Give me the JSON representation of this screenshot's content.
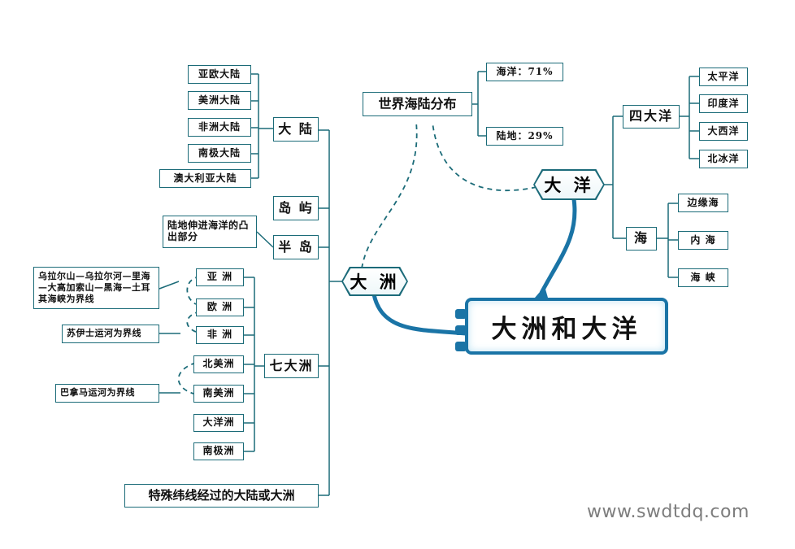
{
  "center": {
    "title": "大洲和大洋"
  },
  "continents": {
    "title": "大 洲",
    "mainland": {
      "label": "大 陆",
      "items": [
        "亚欧大陆",
        "美洲大陆",
        "非洲大陆",
        "南极大陆",
        "澳大利亚大陆"
      ]
    },
    "island": {
      "label": "岛 屿"
    },
    "peninsula": {
      "label": "半 岛",
      "note": "陆地伸进海洋的凸出部分"
    },
    "seven": {
      "label": "七大洲",
      "items": [
        "亚 洲",
        "欧 洲",
        "非 洲",
        "北美洲",
        "南美洲",
        "大洋洲",
        "南极洲"
      ],
      "note_asia_europe": "乌拉尔山—乌拉尔河—里海—大高加索山—黑海—土耳其海峡为界线",
      "note_asia_africa": "苏伊士运河为界线",
      "note_americas": "巴拿马运河为界线"
    },
    "special": {
      "label": "特殊纬线经过的大陆或大洲"
    }
  },
  "distribution": {
    "label": "世界海陆分布",
    "ocean": "海洋：71%",
    "land": "陆地：29%"
  },
  "oceans": {
    "title": "大 洋",
    "four": {
      "label": "四大洋",
      "items": [
        "太平洋",
        "印度洋",
        "大西洋",
        "北冰洋"
      ]
    },
    "sea": {
      "label": "海",
      "items": [
        "边缘海",
        "内 海",
        "海 峡"
      ]
    }
  },
  "watermark": "www.swdtdq.com"
}
